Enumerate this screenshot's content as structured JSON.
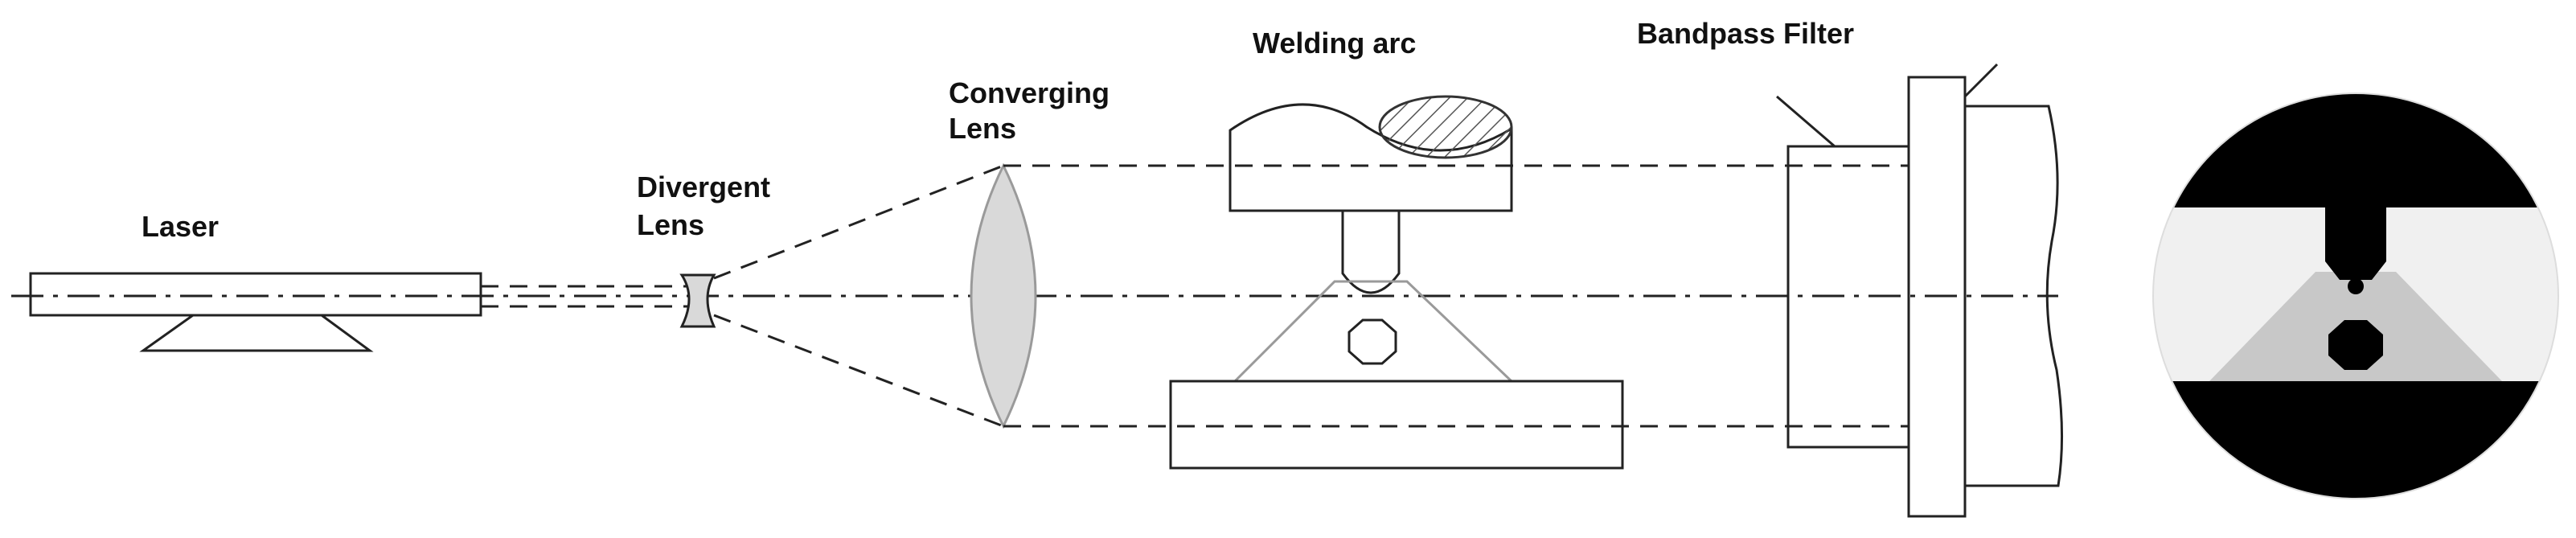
{
  "labels": {
    "laser": "Laser",
    "divergent_lens_line1": "Divergent",
    "divergent_lens_line2": "Lens",
    "converging_lens_line1": "Converging",
    "converging_lens_line2": "Lens",
    "welding_arc": "Welding arc",
    "bandpass_filter": "Bandpass Filter"
  },
  "colors": {
    "line": "#222222",
    "lens_fill": "#d9d9d9",
    "disc_light": "#f0f0f0",
    "disc_gray": "#c8c8c8",
    "disc_dark": "#000000"
  },
  "icons": [
    "laser-body",
    "divergent-lens",
    "converging-lens",
    "welding-torch",
    "workpiece",
    "bandpass-filter",
    "camera-view"
  ]
}
